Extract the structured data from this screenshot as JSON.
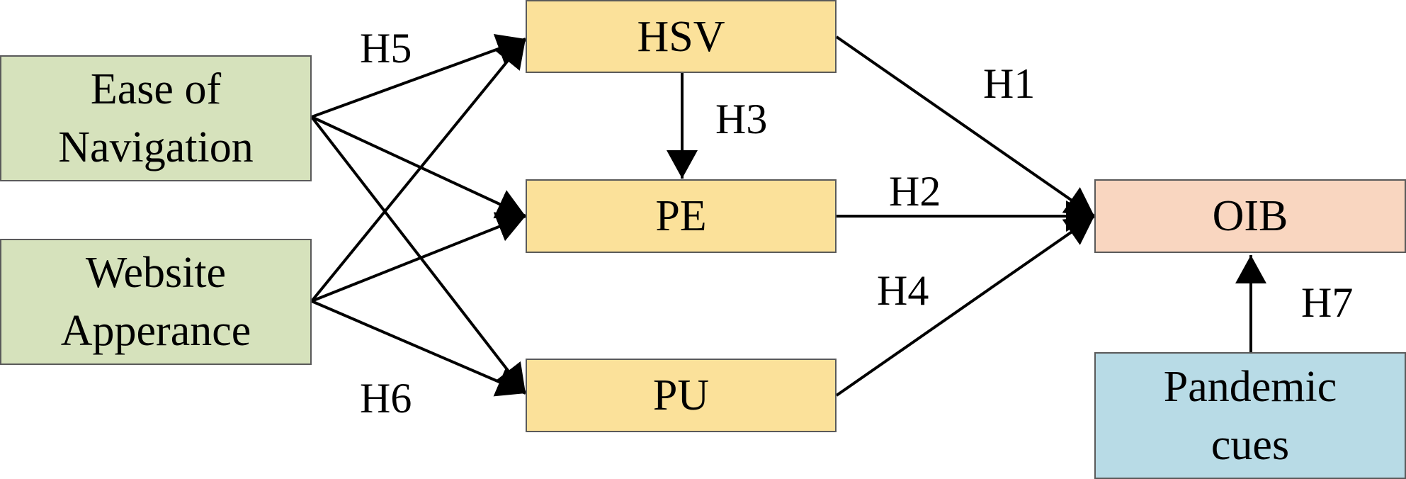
{
  "colors": {
    "input_fill": "#d6e2bc",
    "mediator_fill": "#fbe19a",
    "outcome_fill": "#f9d6c0",
    "moderator_fill": "#b8dbe6",
    "box_border": "#5a5a5a",
    "arrow": "#000000"
  },
  "nodes": {
    "ease_of_navigation": {
      "lines": [
        "Ease of",
        "Navigation"
      ]
    },
    "website_appearance": {
      "lines": [
        "Website",
        "Apperance"
      ]
    },
    "hsv": {
      "label": "HSV"
    },
    "pe": {
      "label": "PE"
    },
    "pu": {
      "label": "PU"
    },
    "oib": {
      "label": "OIB"
    },
    "pandemic_cues": {
      "lines": [
        "Pandemic",
        "cues"
      ]
    }
  },
  "hypotheses": {
    "h1": "H1",
    "h2": "H2",
    "h3": "H3",
    "h4": "H4",
    "h5": "H5",
    "h6": "H6",
    "h7": "H7"
  }
}
